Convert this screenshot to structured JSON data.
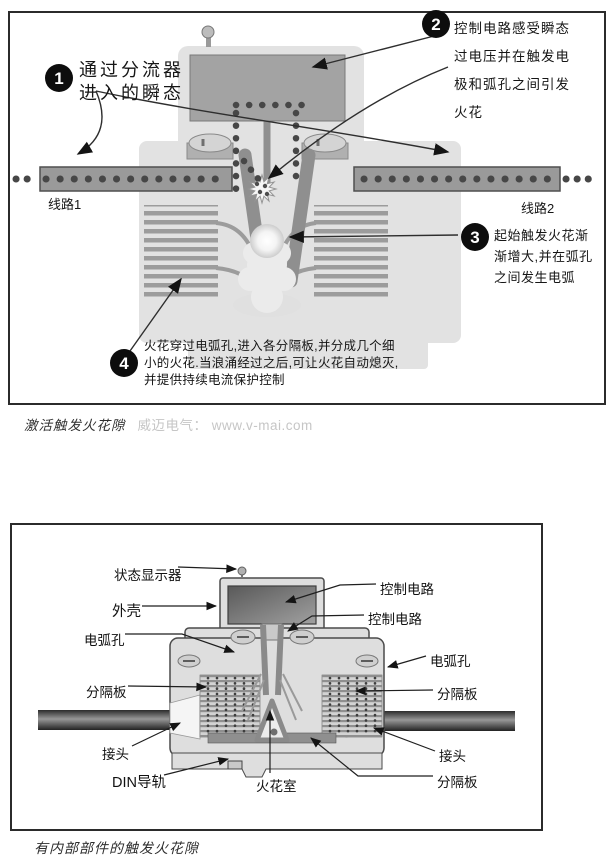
{
  "figure1": {
    "line1_label": "线路1",
    "line2_label": "线路2",
    "caption": "激活触发火花隙",
    "watermark": "威迈电气： www.v-mai.com",
    "callout1": {
      "num": "1",
      "line1": "通过分流器",
      "line2": "进入的瞬态"
    },
    "callout2": {
      "num": "2",
      "line1": "控制电路感受瞬态",
      "line2": "过电压并在触发电",
      "line3": "极和弧孔之间引发",
      "line4": "火花"
    },
    "callout3": {
      "num": "3",
      "line1": "起始触发火花渐",
      "line2": "渐增大,并在弧孔",
      "line3": "之间发生电弧"
    },
    "callout4": {
      "num": "4",
      "line1": "火花穿过电弧孔,进入各分隔板,并分成几个细",
      "line2": "小的火花.当浪涌经过之后,可让火花自动熄灭,",
      "line3": "并提供持续电流保护控制"
    }
  },
  "figure2": {
    "caption": "有内部部件的触发火花隙",
    "labels": {
      "status_indicator": "状态显示器",
      "housing": "外壳",
      "arc_hole_left": "电弧孔",
      "separator_left": "分隔板",
      "connector_left": "接头",
      "din_rail": "DIN导轨",
      "spark_chamber": "火花室",
      "control_circuit_top": "控制电路",
      "control_circuit_lower": "控制电路",
      "arc_hole_right": "电弧孔",
      "separator_right": "分隔板",
      "connector_right": "接头",
      "separator_bottom_right": "分隔板"
    }
  },
  "colors": {
    "outline_black": "#0d0d0d",
    "body_gray": "#e2e2e2",
    "mid_gray": "#a3a3a3",
    "dark_dot_gray": "#474747",
    "watermark_gray": "#c6c6c6"
  }
}
